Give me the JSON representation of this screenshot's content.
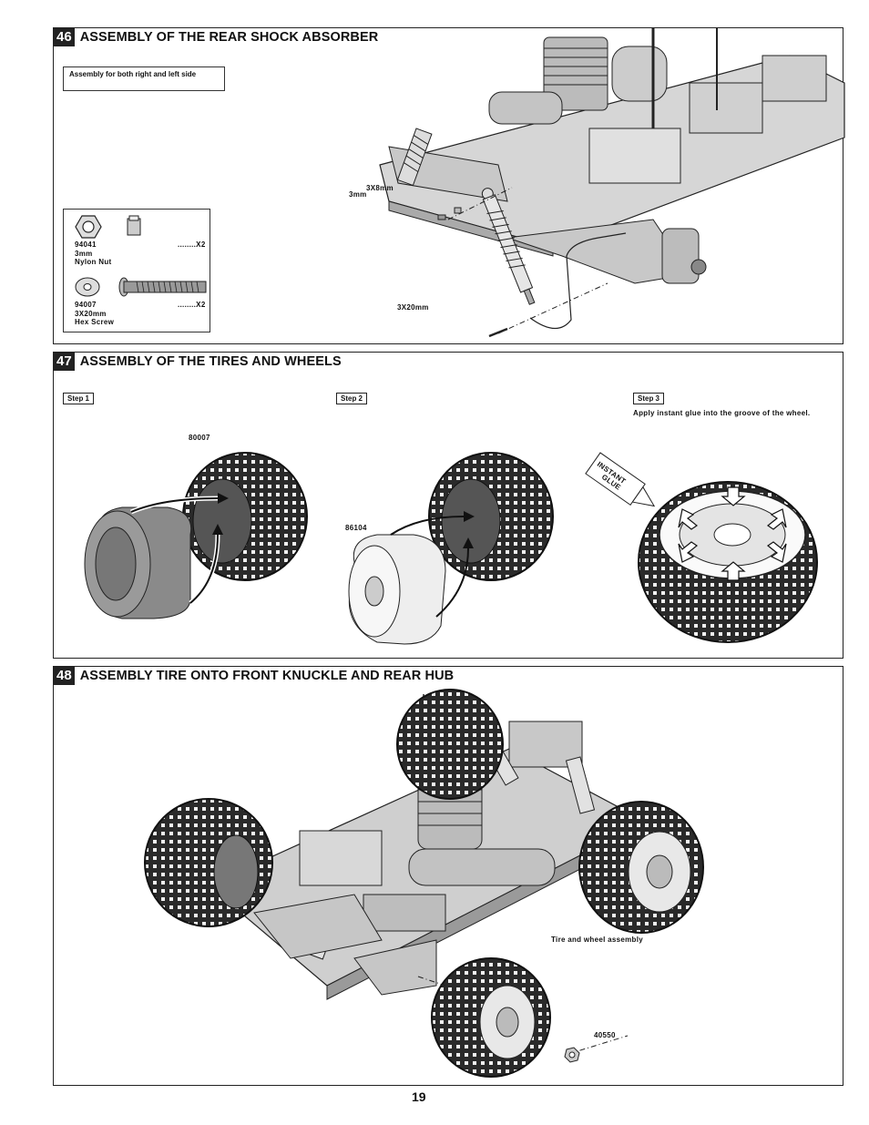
{
  "page_number": "19",
  "step46": {
    "number": "46",
    "title": "ASSEMBLY OF THE REAR SHOCK ABSORBER",
    "note": "Assembly for both right and left side",
    "parts": [
      {
        "code": "94041",
        "name1": "3mm",
        "name2": "Nylon Nut",
        "qty": "........X2"
      },
      {
        "code": "94007",
        "name1": "3X20mm",
        "name2": "Hex Screw",
        "qty": "........X2"
      }
    ],
    "callouts": {
      "nut_a": "3X8mm",
      "nut_b": "3mm",
      "screw": "3X20mm"
    }
  },
  "step47": {
    "number": "47",
    "title": "ASSEMBLY OF THE TIRES AND WHEELS",
    "step1": "Step 1",
    "step2": "Step 2",
    "step3": "Step 3",
    "step3_note": "Apply instant glue into the groove of the wheel.",
    "part_tire": "80007",
    "part_wheel": "86104",
    "glue_label_1": "INSTANT",
    "glue_label_2": "GLUE"
  },
  "step48": {
    "number": "48",
    "title": "ASSEMBLY TIRE ONTO FRONT KNUCKLE AND REAR HUB",
    "assembly_label": "Tire and wheel assembly",
    "part_nut": "40550"
  },
  "colors": {
    "ink": "#222222",
    "tire": "#1e1e1e",
    "foam": "#8a8a8a",
    "chassis": "#bdbdbd"
  }
}
